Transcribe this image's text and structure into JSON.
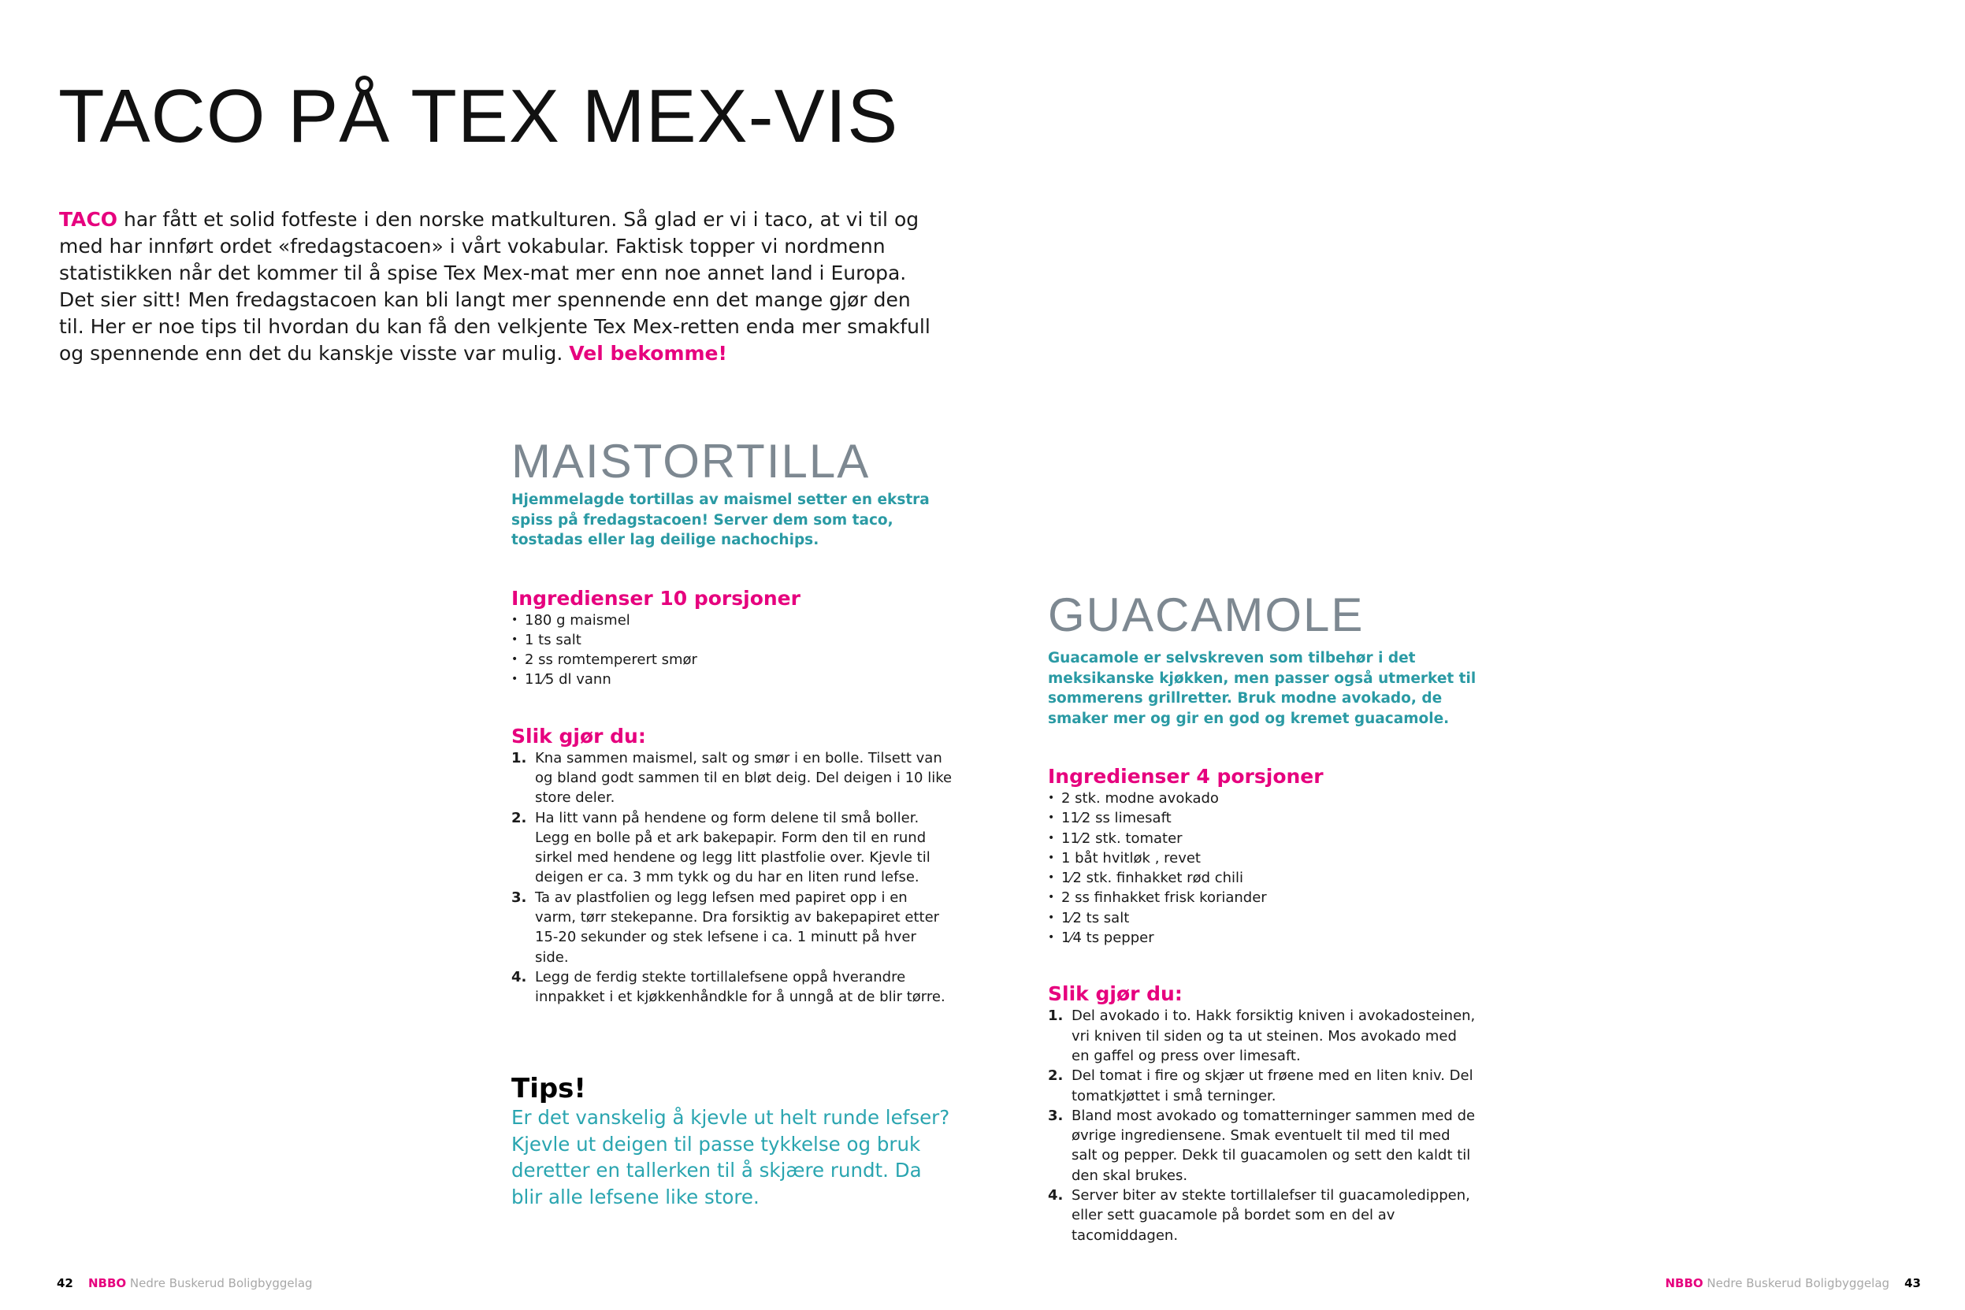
{
  "title": "TACO PÅ TEX MEX-VIS",
  "intro": {
    "lead": "TACO",
    "body": " har fått et solid fotfeste i den norske matkulturen. Så glad er vi i taco, at vi til og med har innført ordet «fredagstacoen» i vårt vokabular. Faktisk topper vi nordmenn statistikken når det kommer til å spise Tex Mex-mat mer enn noe annet land i Europa. Det sier sitt! Men fredagstacoen kan bli langt mer spennende enn det mange gjør den til. Her er noe tips til hvordan du kan få den velkjente Tex Mex-retten enda mer smakfull og spennende enn det du kanskje visste var mulig. ",
    "closing": "Vel bekomme!"
  },
  "recipes": [
    {
      "title": "MAISTORTILLA",
      "subtitle": "Hjemmelagde tortillas av maismel setter en ekstra spiss på fredagstacoen! Server dem som taco, tostadas eller lag deilige nachochips.",
      "ingredients_heading": "Ingredienser 10 porsjoner",
      "ingredients": [
        "180 g maismel",
        "1 ts salt",
        "2 ss romtemperert smør",
        "11⁄5 dl vann"
      ],
      "steps_heading": "Slik gjør du:",
      "steps": [
        {
          "n": "1.",
          "text": "Kna sammen maismel, salt og smør i en bolle. Tilsett van og bland godt sammen til en bløt deig. Del deigen i 10 like store deler."
        },
        {
          "n": "2.",
          "text": "Ha litt vann på hendene og form delene til små boller. Legg en bolle på et ark bakepapir. Form den til en rund sirkel med hendene og legg litt plastfolie over. Kjevle til deigen er ca. 3 mm tykk og du har en liten rund lefse."
        },
        {
          "n": "3.",
          "text": "Ta av plastfolien og legg lefsen med papiret opp i en varm, tørr stekepanne. Dra forsiktig av bakepapiret etter 15-20 sekunder og stek lefsene i ca. 1 minutt på hver side."
        },
        {
          "n": "4.",
          "text": "Legg de ferdig stekte tortillalefsene oppå hverandre innpakket i et kjøkkenhåndkle for å unngå at de blir tørre."
        }
      ]
    },
    {
      "title": "GUACAMOLE",
      "subtitle": "Guacamole er selvskreven som tilbehør i det meksikanske kjøkken, men passer også utmerket til sommerens grillretter. Bruk modne avokado, de smaker mer og gir en god og kremet guacamole.",
      "ingredients_heading": "Ingredienser 4 porsjoner",
      "ingredients": [
        "2 stk. modne avokado",
        "11⁄2 ss limesaft",
        "11⁄2 stk. tomater",
        "1 båt hvitløk , revet",
        "1⁄2 stk. finhakket rød chili",
        "2 ss finhakket frisk koriander",
        "1⁄2 ts salt",
        "1⁄4 ts pepper"
      ],
      "steps_heading": "Slik gjør du:",
      "steps": [
        {
          "n": "1.",
          "text": "Del avokado i to. Hakk forsiktig kniven i avokadosteinen, vri kniven til siden og ta ut steinen. Mos avokado med en gaffel og press over limesaft."
        },
        {
          "n": "2.",
          "text": "Del tomat i fire og skjær ut frøene med en liten kniv. Del tomatkjøttet i små terninger."
        },
        {
          "n": "3.",
          "text": "Bland most avokado og tomatterninger sammen med de øvrige ingrediensene. Smak eventuelt til med til med salt og pepper. Dekk til guacamolen og sett den kaldt til den skal brukes."
        },
        {
          "n": "4.",
          "text": "Server biter av stekte tortillalefser til guacamoledippen, eller sett guacamole på bordet som en del av tacomiddagen."
        }
      ]
    }
  ],
  "tips": {
    "heading": "Tips!",
    "text": "Er det vanskelig å kjevle ut helt runde lefser? Kjevle ut deigen til passe tykkelse og bruk deretter en tallerken til å skjære rundt. Da blir alle lefsene like store."
  },
  "footer": {
    "left_page": "42",
    "right_page": "43",
    "brand": "NBBO",
    "org": "Nedre Buskerud Boligbyggelag"
  }
}
